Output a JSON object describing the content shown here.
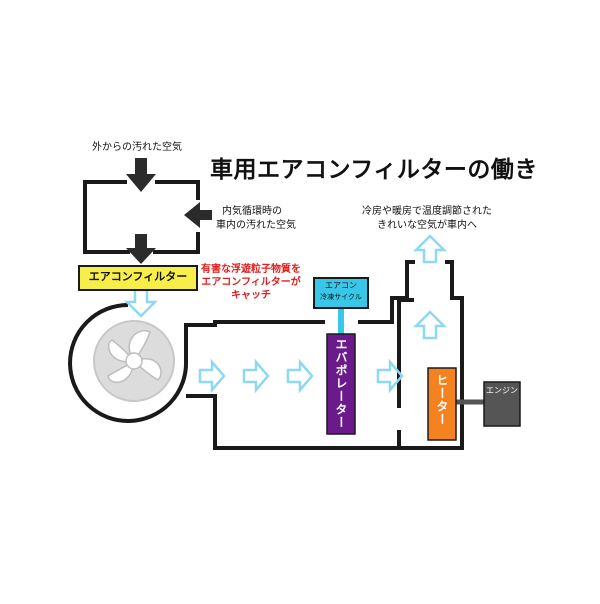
{
  "title": "車用エアコンフィルターの働き",
  "labels": {
    "outside_air": "外からの汚れた空気",
    "recirc_line1": "内気循環時の",
    "recirc_line2": "車内の汚れた空気",
    "filter": "エアコンフィルター",
    "catch_line1": "有害な浮遊粒子物質を",
    "catch_line2": "エアコンフィルターが",
    "catch_line3": "キャッチ",
    "cycle_line1": "エアコン",
    "cycle_line2": "冷凍サイクル",
    "evaporator": "エバポレーター",
    "heater": "ヒーター",
    "engine": "エンジン",
    "clean_line1": "冷房や暖房で温度調節された",
    "clean_line2": "きれいな空気が車内へ"
  },
  "colors": {
    "duct": "#1a1a1a",
    "arrow_light": "#8fd8f2",
    "filter_yellow": "#f7ee4a",
    "cycle_cyan": "#38c7e8",
    "evaporator_purple": "#6a1a8a",
    "heater_orange": "#f58220",
    "engine_gray": "#555555",
    "catch_red": "#e02020"
  },
  "icons": [
    "black-down-arrow-icon",
    "black-left-arrow-icon",
    "light-blue-arrow-icon",
    "fan-blower-icon"
  ]
}
